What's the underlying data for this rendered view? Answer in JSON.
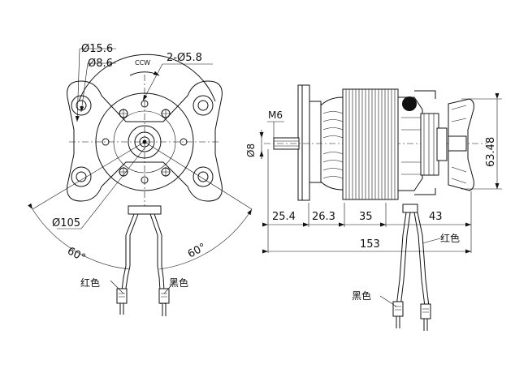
{
  "front_view": {
    "d_outer_boss": "Ø15.6",
    "d_inner_bore": "Ø8.6",
    "rotation": "CCW",
    "mount_holes": "2-Ø5.8",
    "d_body": "Ø105",
    "angle_left": "60°",
    "angle_right": "60°",
    "wire_red": "红色",
    "wire_black": "黑色"
  },
  "side_view": {
    "thread": "M6",
    "d_shaft": "Ø8",
    "len_1": "25.4",
    "len_2": "26.3",
    "len_3": "35",
    "len_4": "43",
    "overall": "153",
    "height": "63.48",
    "wire_red": "红色",
    "wire_black": "黑色"
  }
}
